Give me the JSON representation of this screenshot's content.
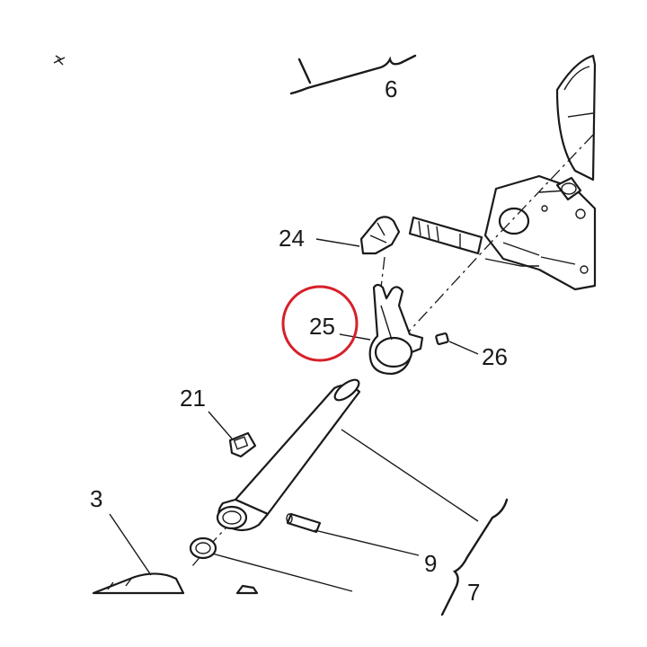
{
  "labels": {
    "l3": "3",
    "l6": "6",
    "l7": "7",
    "l9": "9",
    "l21": "21",
    "l24": "24",
    "l25": "25",
    "l26": "26"
  },
  "highlight": {
    "target_label": "25",
    "color": "#d6202a"
  }
}
